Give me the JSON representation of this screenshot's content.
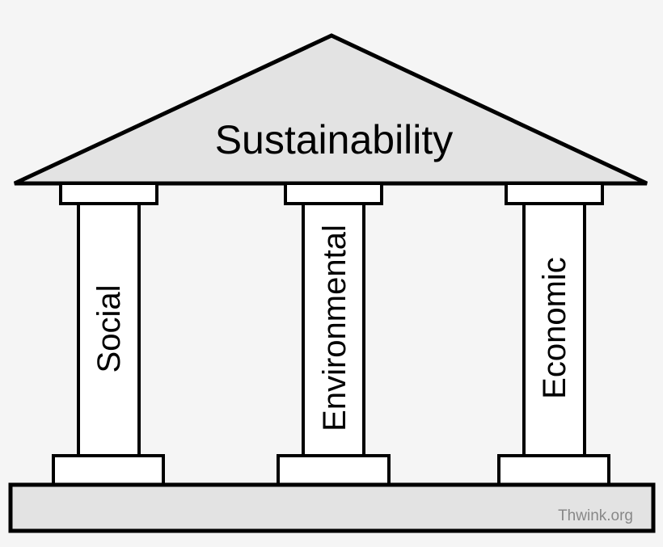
{
  "roof": {
    "label": "Sustainability"
  },
  "pillars": [
    {
      "label": "Social"
    },
    {
      "label": "Environmental"
    },
    {
      "label": "Economic"
    }
  ],
  "watermark": "Thwink.org",
  "colors": {
    "background": "#f5f5f5",
    "roof_fill": "#e3e3e3",
    "base_fill": "#e3e3e3",
    "pillar_fill": "#ffffff",
    "stroke": "#000000",
    "watermark": "#888888"
  }
}
